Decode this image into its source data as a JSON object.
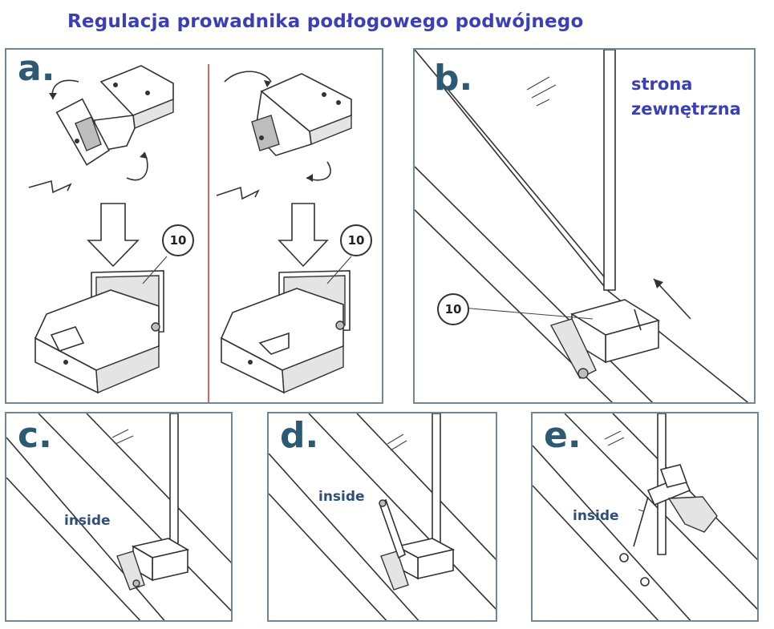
{
  "title": "Regulacja prowadnika podłogowego podwójnego",
  "panels": {
    "a": {
      "label": "a.",
      "callout_left": "10",
      "callout_right": "10"
    },
    "b": {
      "label": "b.",
      "callout": "10",
      "side_note_line1": "strona",
      "side_note_line2": "zewnętrzna"
    },
    "c": {
      "label": "c.",
      "note": "inside"
    },
    "d": {
      "label": "d.",
      "note": "inside"
    },
    "e": {
      "label": "e.",
      "note": "inside"
    }
  },
  "colors": {
    "title": "#3a3fb8",
    "panel_border": "#6f8797",
    "panel_label": "#2c5a73",
    "divider": "#c0392b"
  }
}
